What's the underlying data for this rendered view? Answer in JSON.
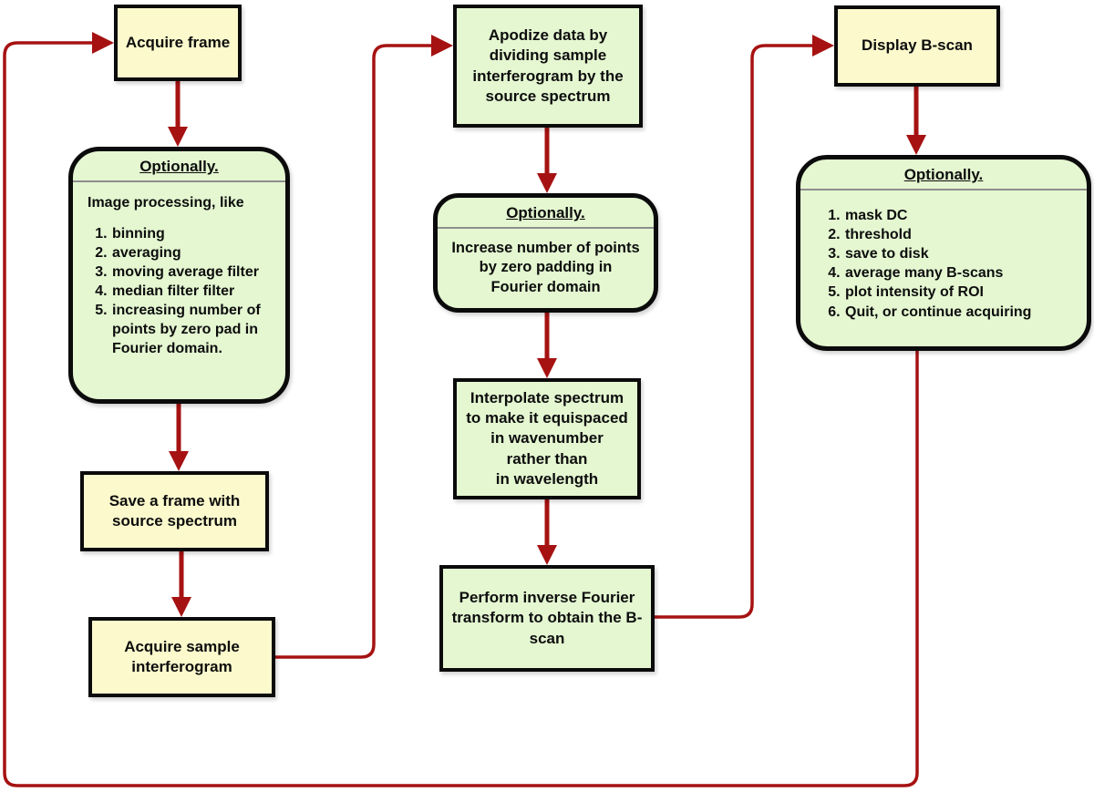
{
  "colors": {
    "box_yellow": "#FCFACD",
    "box_green": "#E4F7D1",
    "border": "#0B0B0B",
    "arrow": "#A61212",
    "separator": "#8E8E8E"
  },
  "nodes": {
    "acquire_frame": {
      "label": "Acquire frame"
    },
    "image_processing": {
      "header": "Optionally.",
      "intro": "Image processing, like",
      "items": [
        "binning",
        "averaging",
        "moving average filter",
        "median filter filter",
        "increasing number of points by zero pad in Fourier domain."
      ]
    },
    "save_frame": {
      "label": "Save a frame with\nsource spectrum"
    },
    "acquire_sample": {
      "label": "Acquire sample\ninterferogram"
    },
    "apodize": {
      "label": "Apodize data by\ndividing sample\ninterferogram by the\nsource spectrum"
    },
    "zero_padding": {
      "header": "Optionally.",
      "body": "Increase number of points\nby zero padding in\nFourier domain"
    },
    "interpolate": {
      "label": "Interpolate spectrum\nto make it equispaced\nin wavenumber\nrather than\nin wavelength"
    },
    "inverse_fourier": {
      "label": "Perform inverse Fourier\ntransform to obtain the B-\nscan"
    },
    "display_bscan": {
      "label": "Display B-scan"
    },
    "post_processing": {
      "header": "Optionally.",
      "items": [
        "mask DC",
        "threshold",
        "save to disk",
        "average many B-scans",
        "plot intensity of ROI",
        "Quit, or continue acquiring"
      ]
    }
  }
}
